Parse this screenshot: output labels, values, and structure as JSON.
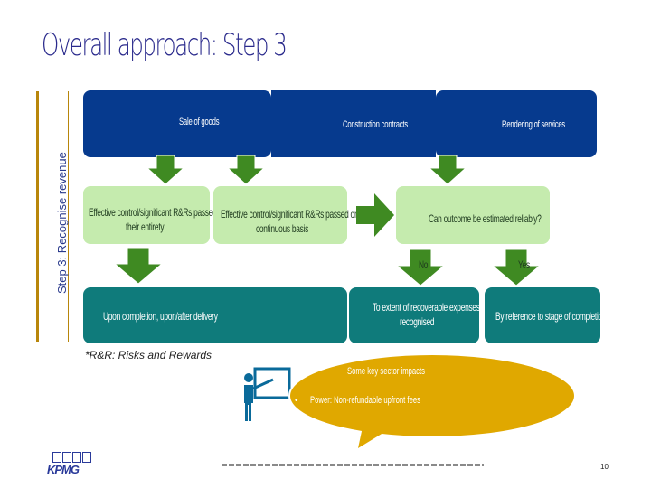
{
  "title": "Overall approach: Step 3",
  "side_label": "Step 3: Recognise revenue",
  "top_boxes": {
    "sale_of_goods": "Sale of goods",
    "construction_contracts": "Construction contracts",
    "rendering_of_services": "Rendering of services"
  },
  "middle_boxes": {
    "entirety": {
      "line1": "Effective control/significant R&Rs passed in",
      "line2": "their entirety"
    },
    "continuous": {
      "line1": "Effective control/significant R&Rs passed on",
      "line2": "continuous basis"
    },
    "reliable": "Can outcome be estimated reliably?"
  },
  "decision_labels": {
    "no": "No",
    "yes": "Yes"
  },
  "bottom_boxes": {
    "completion": "Upon completion, upon/after delivery",
    "recoverable": {
      "line1": "To extent of recoverable expenses",
      "line2": "recognised"
    },
    "stage": "By reference to stage of completion"
  },
  "footnote": "*R&R: Risks and Rewards",
  "callout": {
    "title": "Some key sector impacts",
    "bullet": "Power: Non-refundable upfront fees"
  },
  "logo": "KPMG",
  "page_number": "10",
  "colors": {
    "navy": "#063a8e",
    "light_green": "#c5ebae",
    "teal": "#0f7b7b",
    "arrow_green": "#3f8a22",
    "callout_gold": "#e0a800",
    "side_bar": "#b8860b"
  }
}
